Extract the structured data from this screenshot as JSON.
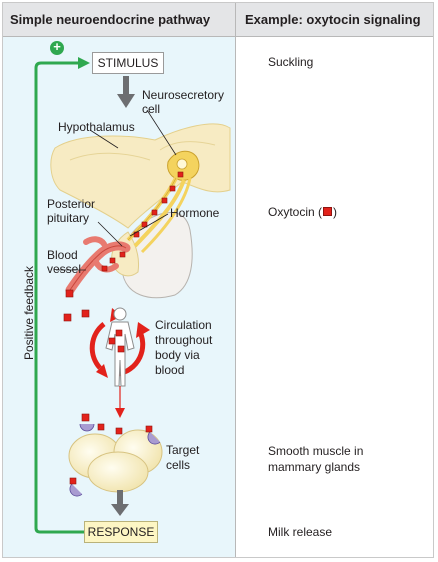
{
  "headers": {
    "left": "Simple neuroendocrine pathway",
    "right": "Example: oxytocin signaling"
  },
  "boxes": {
    "stimulus": "STIMULUS",
    "response": "RESPONSE"
  },
  "labels": {
    "neurosecretory_line1": "Neurosecretory",
    "neurosecretory_line2": "cell",
    "hypothalamus": "Hypothalamus",
    "posterior_line1": "Posterior",
    "posterior_line2": "pituitary",
    "hormone": "Hormone",
    "blood_line1": "Blood",
    "blood_line2": "vessel",
    "circulation_line1": "Circulation",
    "circulation_line2": "throughout",
    "circulation_line3": "body via",
    "circulation_line4": "blood",
    "target_line1": "Target",
    "target_line2": "cells",
    "positive_feedback": "Positive feedback",
    "plus_sign": "+"
  },
  "examples": {
    "stimulus": "Suckling",
    "hormone_prefix": "Oxytocin (",
    "hormone_suffix": ")",
    "target_line1": "Smooth muscle in",
    "target_line2": "mammary glands",
    "response": "Milk release"
  },
  "colors": {
    "feedback_green": "#2fa84f",
    "hormone_red": "#e2221b",
    "circulation_red": "#e2221b",
    "panel_blue": "#e8f6fb",
    "header_gray": "#e4e5e7",
    "response_yellow": "#fdf6c4",
    "arrow_gray": "#6d6e71",
    "neuron_yellow": "#f4d35e",
    "tissue_cream": "#f7ebc3"
  }
}
